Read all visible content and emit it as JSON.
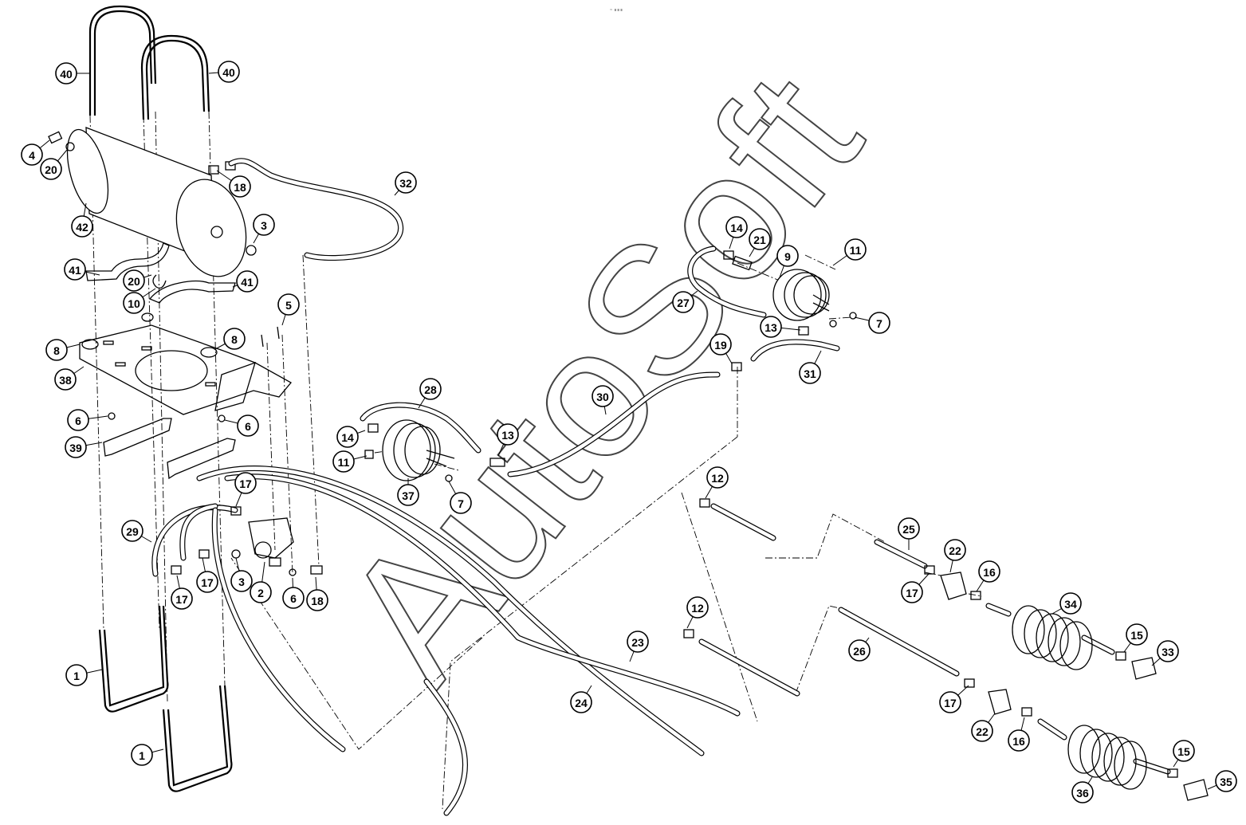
{
  "watermark": "AutoSoft",
  "corner_mark": "≈ ∎∎∎",
  "callout_numbers": [
    "40",
    "40",
    "4",
    "20",
    "42",
    "18",
    "32",
    "3",
    "41",
    "20",
    "41",
    "10",
    "5",
    "8",
    "8",
    "38",
    "6",
    "6",
    "39",
    "1",
    "1",
    "29",
    "17",
    "17",
    "17",
    "3",
    "2",
    "6",
    "18",
    "14",
    "21",
    "9",
    "11",
    "27",
    "13",
    "7",
    "19",
    "31",
    "28",
    "30",
    "14",
    "13",
    "11",
    "37",
    "7",
    "12",
    "12",
    "25",
    "22",
    "17",
    "16",
    "34",
    "15",
    "33",
    "23",
    "24",
    "26",
    "17",
    "22",
    "16",
    "36",
    "15",
    "35"
  ]
}
